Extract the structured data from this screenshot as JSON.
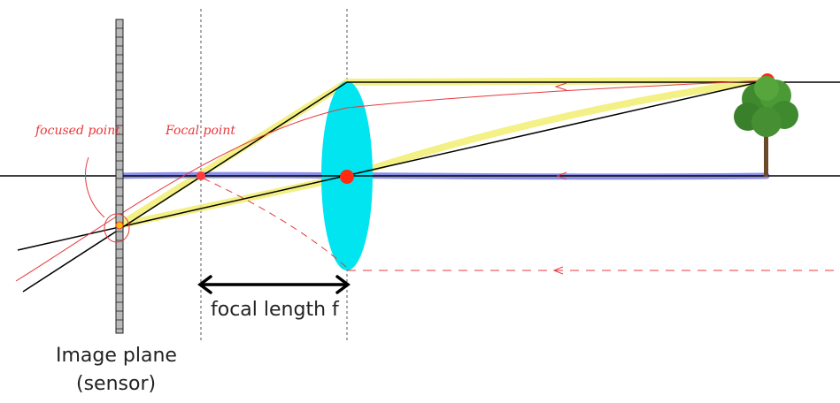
{
  "labels": {
    "focal_length": "focal length f",
    "image_plane_line1": "Image plane",
    "image_plane_line2": "(sensor)",
    "focused_point": "focused point",
    "focal_point": "Focal point"
  },
  "colors": {
    "background": "#ffffff",
    "lens": "#00e5f0",
    "ray": "#000000",
    "highlight_yellow": "#f2ee72",
    "highlight_blue": "#6f73e0",
    "annotation_red": "#e8383c",
    "point_red": "#ff2a10",
    "sensor_fill": "#b9b9b9",
    "guide_dashed": "#555555",
    "tree_green": "#3f8a2e",
    "tree_trunk": "#6b4a2b"
  },
  "icons": {
    "object": "tree-icon"
  }
}
